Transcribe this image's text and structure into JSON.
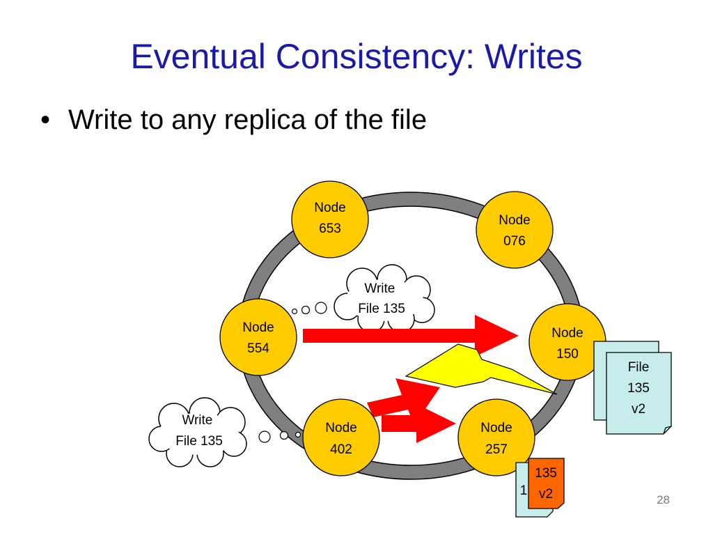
{
  "slide": {
    "title": "Eventual Consistency: Writes",
    "bullet": "Write to any replica of the file",
    "bullet_marker": "•",
    "page_number": "28"
  },
  "nodes": [
    {
      "id": "node-653",
      "line1": "Node",
      "line2": "653"
    },
    {
      "id": "node-076",
      "line1": "Node",
      "line2": "076"
    },
    {
      "id": "node-554",
      "line1": "Node",
      "line2": "554"
    },
    {
      "id": "node-150",
      "line1": "Node",
      "line2": "150"
    },
    {
      "id": "node-402",
      "line1": "Node",
      "line2": "402"
    },
    {
      "id": "node-257",
      "line1": "Node",
      "line2": "257"
    }
  ],
  "clouds": [
    {
      "line1": "Write",
      "line2": "File 135"
    },
    {
      "line1": "Write",
      "line2": "File 135"
    }
  ],
  "files": {
    "node150_front": {
      "line1": "File",
      "line2": "135",
      "line3": "v2"
    },
    "node257_back": {
      "line1": "1"
    },
    "node257_front": {
      "line1": "135",
      "line2": "v2"
    }
  },
  "colors": {
    "title": "#1a1aa6",
    "ring": "#7f7f7f",
    "node_fill": "#ffcc00",
    "arrow": "#ff0000",
    "lightning": "#ffff00",
    "file_fill": "#c6ecec",
    "file_highlight": "#ff6600"
  }
}
